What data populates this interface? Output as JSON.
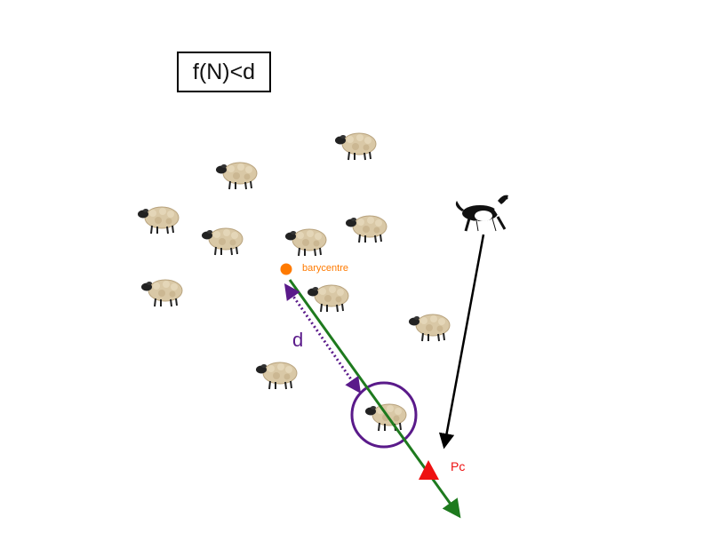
{
  "formula": "f(N)<d",
  "labels": {
    "barycentre": "barycentre",
    "distance": "d",
    "point": "Pc"
  },
  "colors": {
    "barycentre": "#ff7a00",
    "distance": "#5a1a8a",
    "trajectory": "#1e7a1e",
    "point": "#ee1111",
    "dog_path": "#000000",
    "circle": "#5a1a8a"
  },
  "icons": {
    "sheep": "sheep-icon",
    "dog": "sheepdog-icon"
  }
}
